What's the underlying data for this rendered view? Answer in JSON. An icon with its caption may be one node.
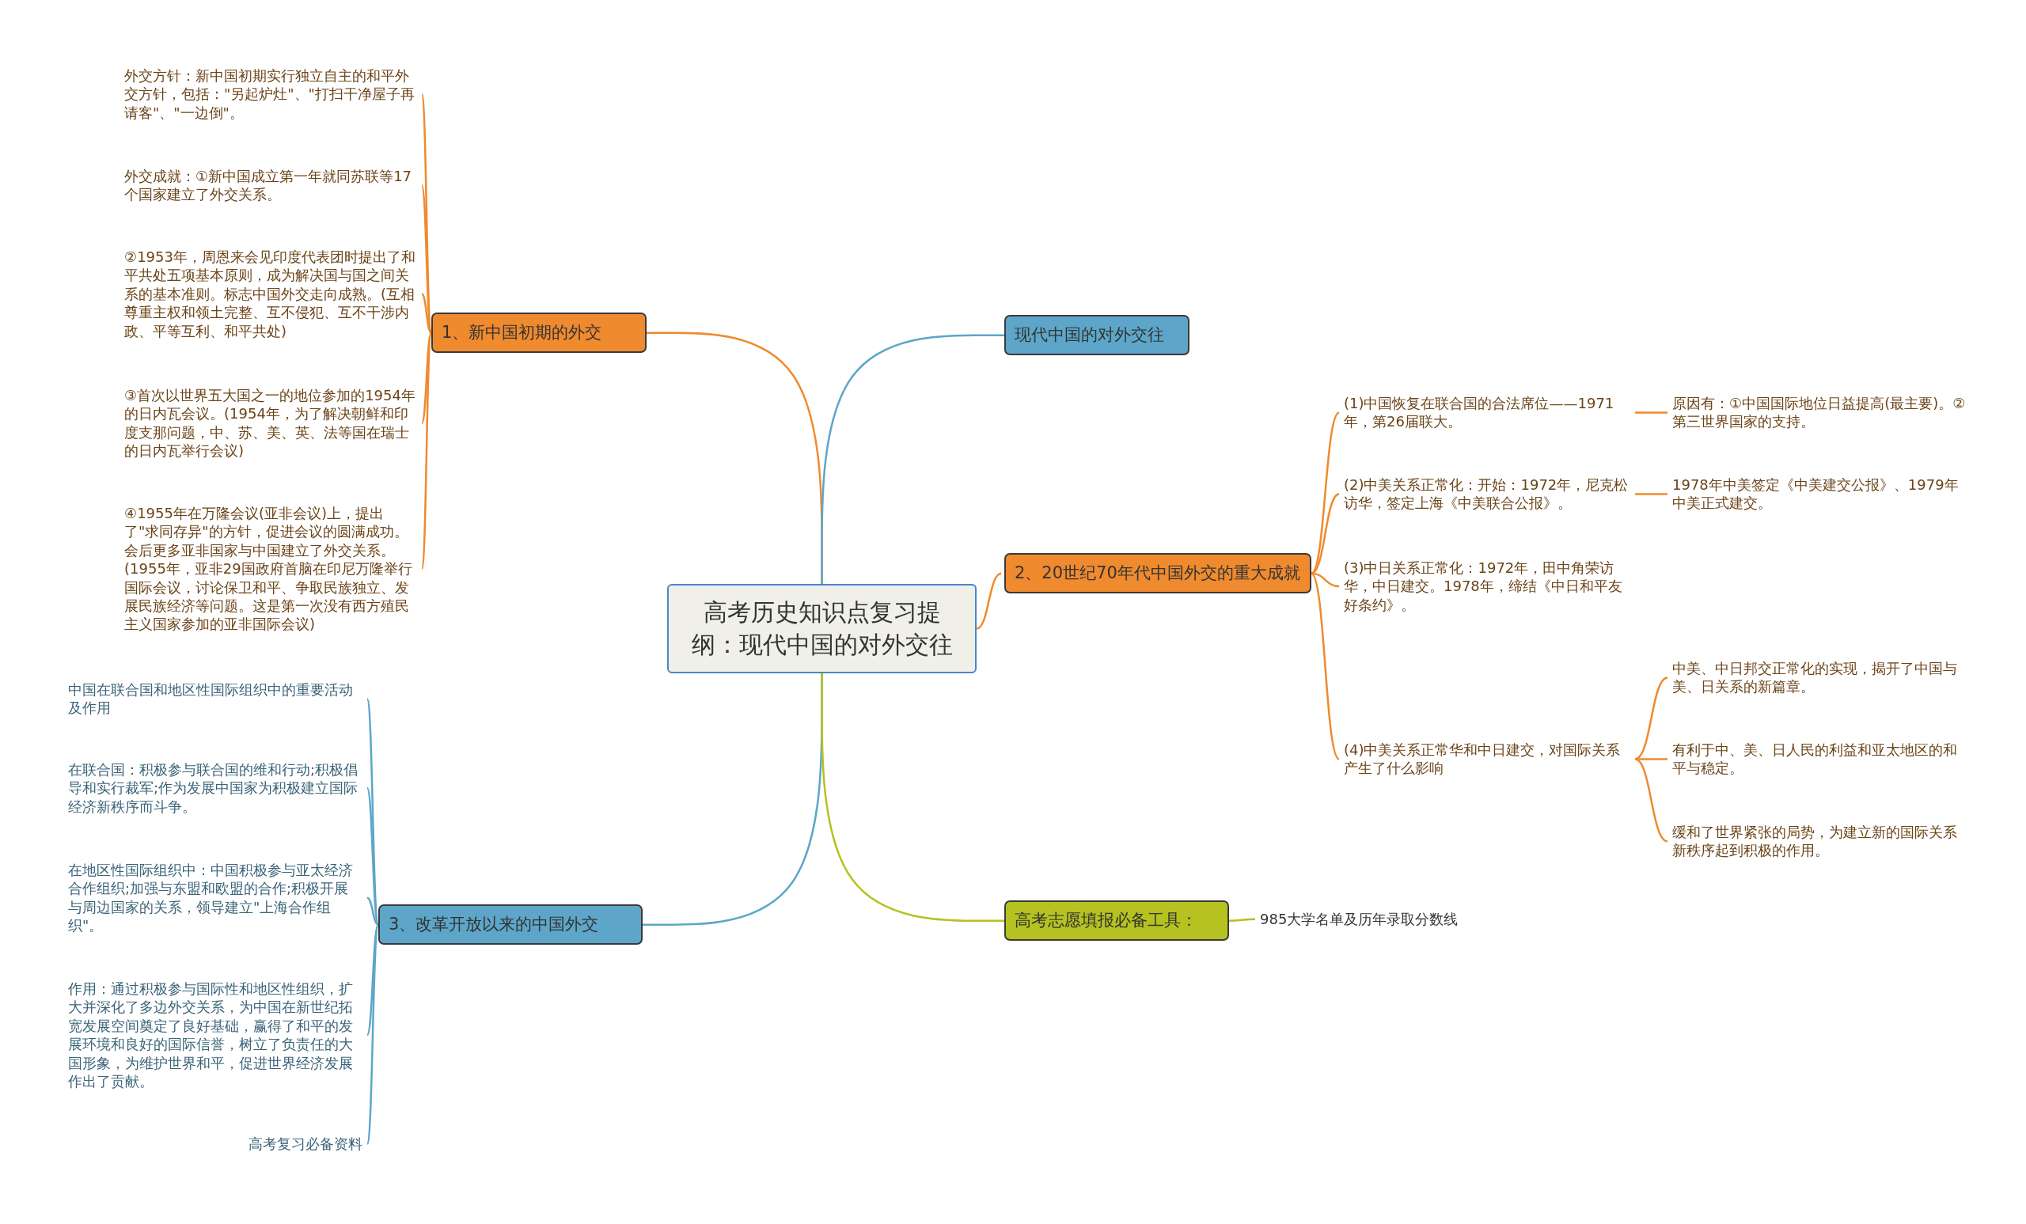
{
  "diagram": {
    "nodes": [
      {
        "text": [
          "高考历史知识点复习提纲：现代中国的对外交往"
        ]
      },
      {
        "text": [
          "1、新中国初期的外交"
        ]
      },
      {
        "text": [
          "外交方针：新中国初期实行独立自主的和平外交方针，包括：\"另起炉灶\"、\"打扫干净屋子再请客\"、\"一边倒\"。"
        ]
      },
      {
        "text": [
          "外交成就：①新中国成立第一年就同苏联等17个国家建立了外交关系。"
        ]
      },
      {
        "text": [
          "②1953年，周恩来会见印度代表团时提出了和平共处五项基本原则，成为解决国与国之间关系的基本准则。标志中国外交走向成熟。(互相尊重主权和领土完整、互不侵犯、互不干涉内政、平等互利、和平共处)"
        ]
      },
      {
        "text": [
          "③首次以世界五大国之一的地位参加的1954年的日内瓦会议。(1954年，为了解决朝鲜和印度支那问题，中、苏、美、英、法等国在瑞士的日内瓦举行会议)"
        ]
      },
      {
        "text": [
          "④1955年在万隆会议(亚非会议)上，提出了\"求同存异\"的方针，促进会议的圆满成功。会后更多亚非国家与中国建立了外交关系。(1955年，亚非29国政府首脑在印尼万隆举行国际会议，讨论保卫和平、争取民族独立、发展民族经济等问题。这是第一次没有西方殖民主义国家参加的亚非国际会议)"
        ]
      },
      {
        "text": [
          "现代中国的对外交往"
        ]
      },
      {
        "text": [
          "2、20世纪70年代中国外交的重大成就"
        ]
      },
      {
        "text": [
          "(1)中国恢复在联合国的合法席位——1971年，第26届联大。"
        ]
      },
      {
        "text": [
          "原因有：①中国国际地位日益提高(最主要)。②第三世界国家的支持。"
        ]
      },
      {
        "text": [
          "(2)中美关系正常化：开始：1972年，尼克松访华，签定上海《中美联合公报》。"
        ]
      },
      {
        "text": [
          "1978年中美签定《中美建交公报》、1979年中美正式建交。"
        ]
      },
      {
        "text": [
          "(3)中日关系正常化：1972年，田中角荣访华，中日建交。1978年，缔结《中日和平友好条约》。"
        ]
      },
      {
        "text": [
          "(4)中美关系正常华和中日建交，对国际关系产生了什么影响"
        ]
      },
      {
        "text": [
          "中美、中日邦交正常化的实现，揭开了中国与美、日关系的新篇章。"
        ]
      },
      {
        "text": [
          "有利于中、美、日人民的利益和亚太地区的和平与稳定。"
        ]
      },
      {
        "text": [
          "缓和了世界紧张的局势，为建立新的国际关系新秩序起到积极的作用。"
        ]
      },
      {
        "text": [
          "3、改革开放以来的中国外交"
        ]
      },
      {
        "text": [
          "中国在联合国和地区性国际组织中的重要活动及作用"
        ]
      },
      {
        "text": [
          "在联合国：积极参与联合国的维和行动;积极倡导和实行裁军;作为发展中国家为积极建立国际经济新秩序而斗争。"
        ]
      },
      {
        "text": [
          "在地区性国际组织中：中国积极参与亚太经济合作组织;加强与东盟和欧盟的合作;积极开展与周边国家的关系，领导建立\"上海合作组织\"。"
        ]
      },
      {
        "text": [
          "作用：通过积极参与国际性和地区性组织，扩大并深化了多边外交关系，为中国在新世纪拓宽发展空间奠定了良好基础，赢得了和平的发展环境和良好的国际信誉，树立了负责任的大国形象，为维护世界和平，促进世界经济发展作出了贡献。"
        ]
      },
      {
        "text": [
          "高考复习必备资料"
        ]
      },
      {
        "text": [
          "高考志愿填报必备工具："
        ]
      },
      {
        "text": [
          "985大学名单及历年录取分数线"
        ]
      }
    ],
    "edges": [
      {
        "from": 0,
        "to": 1,
        "arrow": "none"
      },
      {
        "from": 1,
        "to": 2,
        "arrow": "none"
      },
      {
        "from": 1,
        "to": 3,
        "arrow": "none"
      },
      {
        "from": 1,
        "to": 4,
        "arrow": "none"
      },
      {
        "from": 1,
        "to": 5,
        "arrow": "none"
      },
      {
        "from": 1,
        "to": 6,
        "arrow": "none"
      },
      {
        "from": 0,
        "to": 7,
        "arrow": "none",
        "color": "#5da6c9"
      },
      {
        "from": 0,
        "to": 8,
        "arrow": "none"
      },
      {
        "from": 8,
        "to": 9,
        "arrow": "none"
      },
      {
        "from": 9,
        "to": 10,
        "arrow": "none"
      },
      {
        "from": 8,
        "to": 11,
        "arrow": "none"
      },
      {
        "from": 11,
        "to": 12,
        "arrow": "none"
      },
      {
        "from": 8,
        "to": 13,
        "arrow": "none"
      },
      {
        "from": 8,
        "to": 14,
        "arrow": "none"
      },
      {
        "from": 14,
        "to": 15,
        "arrow": "none"
      },
      {
        "from": 14,
        "to": 16,
        "arrow": "none"
      },
      {
        "from": 14,
        "to": 17,
        "arrow": "none"
      },
      {
        "from": 0,
        "to": 18,
        "arrow": "none",
        "color": "#5da6c9"
      },
      {
        "from": 18,
        "to": 19,
        "arrow": "none",
        "color": "#5da6c9"
      },
      {
        "from": 18,
        "to": 20,
        "arrow": "none",
        "color": "#5da6c9"
      },
      {
        "from": 18,
        "to": 21,
        "arrow": "none",
        "color": "#5da6c9"
      },
      {
        "from": 18,
        "to": 22,
        "arrow": "none",
        "color": "#5da6c9"
      },
      {
        "from": 18,
        "to": 23,
        "arrow": "none",
        "color": "#5da6c9"
      },
      {
        "from": 0,
        "to": 24,
        "arrow": "none",
        "color": "#b5c21f"
      },
      {
        "from": 24,
        "to": 25,
        "arrow": "none",
        "color": "#b5c21f"
      }
    ]
  }
}
